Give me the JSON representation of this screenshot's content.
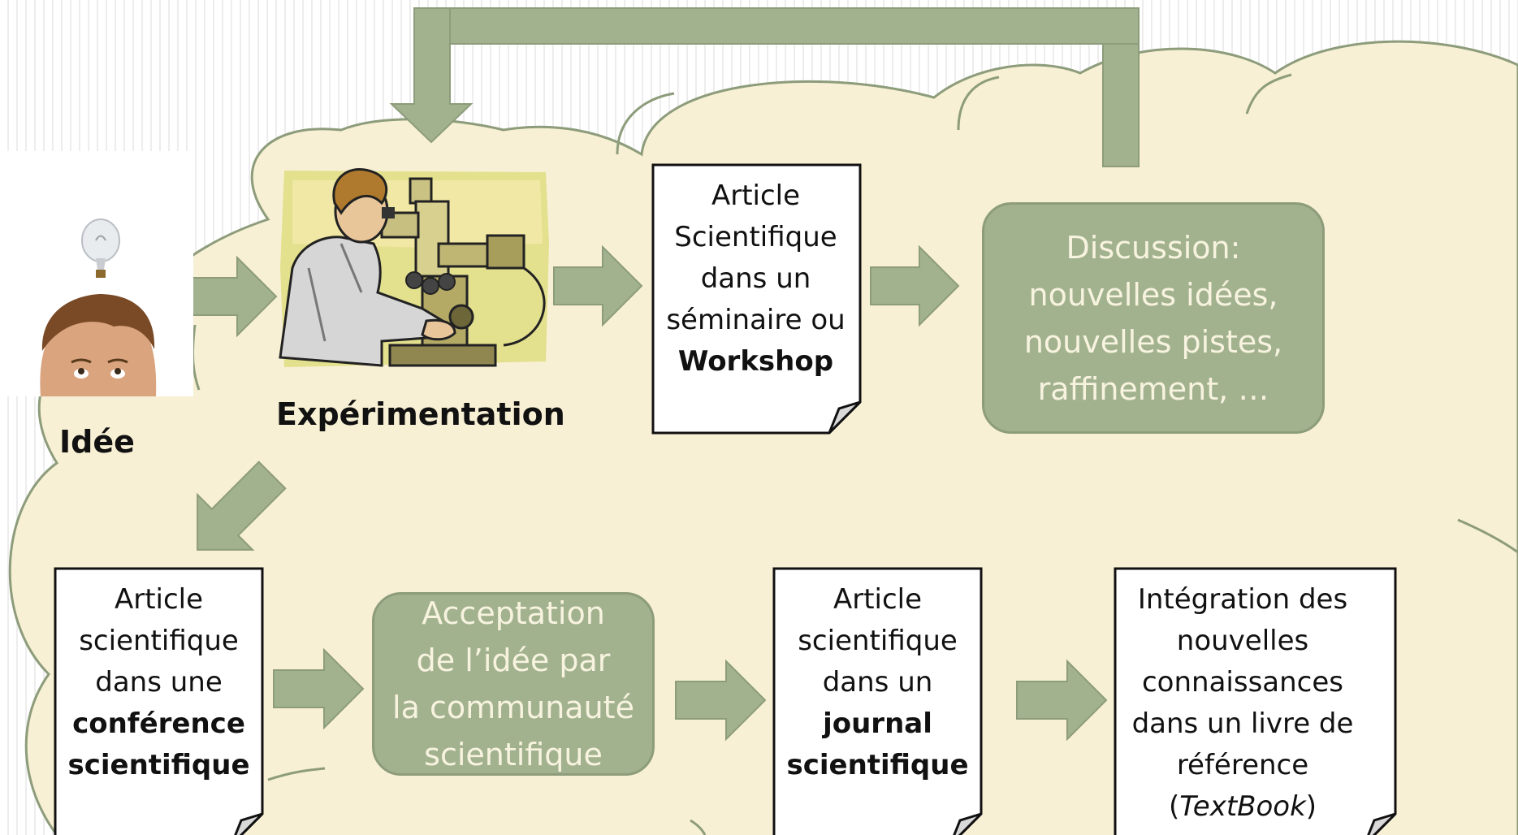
{
  "labels": {
    "idee": "Idée",
    "experimentation": "Expérimentation"
  },
  "docs": {
    "workshop": {
      "lines": [
        {
          "text": "Article",
          "style": "normal"
        },
        {
          "text": "Scientifique",
          "style": "normal"
        },
        {
          "text": "dans un",
          "style": "normal"
        },
        {
          "text": "séminaire ou",
          "style": "normal"
        },
        {
          "text": "Workshop",
          "style": "bold"
        }
      ]
    },
    "conference": {
      "lines": [
        {
          "text": "Article",
          "style": "normal"
        },
        {
          "text": "scientifique",
          "style": "normal"
        },
        {
          "text": "dans une",
          "style": "normal"
        },
        {
          "text": "conférence",
          "style": "bold"
        },
        {
          "text": "scientifique",
          "style": "bold"
        }
      ]
    },
    "journal": {
      "lines": [
        {
          "text": "Article",
          "style": "normal"
        },
        {
          "text": "scientifique",
          "style": "normal"
        },
        {
          "text": "dans un",
          "style": "normal"
        },
        {
          "text": "journal",
          "style": "bold"
        },
        {
          "text": "scientifique",
          "style": "bold"
        }
      ]
    },
    "textbook": {
      "lines": [
        {
          "text": "Intégration des",
          "style": "normal"
        },
        {
          "text": "nouvelles",
          "style": "normal"
        },
        {
          "text": "connaissances",
          "style": "normal"
        },
        {
          "text": "dans un livre de",
          "style": "normal"
        },
        {
          "text": "référence",
          "style": "normal"
        },
        {
          "text": "(",
          "style": "normal",
          "cont": [
            {
              "text": "TextBook",
              "style": "italic"
            },
            {
              "text": ")",
              "style": "normal"
            }
          ]
        }
      ]
    }
  },
  "boxes": {
    "discussion": {
      "lines": [
        "Discussion:",
        "nouvelles idées,",
        "nouvelles pistes,",
        "raffinement, …"
      ]
    },
    "acceptation": {
      "lines": [
        "Acceptation",
        "de l’idée par",
        "la communauté",
        "scientifique"
      ]
    }
  },
  "colors": {
    "cloud_fill": "#f7f0d4",
    "cloud_stroke": "#8d9c7b",
    "arrow_fill": "#a2b28f",
    "arrow_stroke": "#8d9c7b",
    "box_text": "#f7f3df"
  },
  "icons": {
    "idea_person": "person-with-lightbulb-icon",
    "scientist": "scientist-microscope-icon"
  }
}
